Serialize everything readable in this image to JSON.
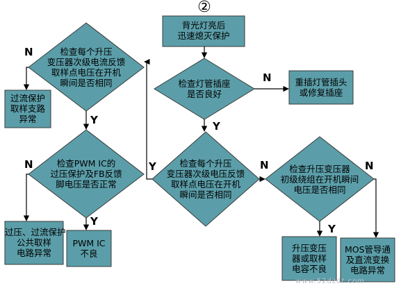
{
  "header": {
    "step": "②"
  },
  "nodes": {
    "start": [
      "背光灯亮后",
      "迅速熄灭保护"
    ],
    "check_socket": [
      "检查灯管插座",
      "是否良好"
    ],
    "fix_socket": [
      "重插灯管插头",
      "或修复插座"
    ],
    "check_voltage_fb": [
      "检查每个升压",
      "变压器次级电压反馈",
      "取样点电压在开机",
      "瞬间是否相同"
    ],
    "check_current_fb": [
      "检查每个升压",
      "变压器次级电流反馈",
      "取样点电压在开机",
      "瞬间是否相同"
    ],
    "overcurrent_branch": [
      "过流保护",
      "取样支路",
      "异常"
    ],
    "check_pwm": [
      "检查PWM IC的",
      "过压保护及FB反馈",
      "脚电压是否正常"
    ],
    "common_sampling": [
      "过压、过流保护",
      "公共取样",
      "电路异常"
    ],
    "pwm_bad": [
      "PWM IC",
      "不良"
    ],
    "check_primary": [
      "检查升压变压器",
      "初级绕组在开机瞬间",
      "电压是否相同"
    ],
    "transformer_cap": [
      "升压变压",
      "器或取样",
      "电容不良"
    ],
    "mos_circuit": [
      "MOS管导通",
      "及直流变换",
      "电路异常"
    ]
  },
  "edge_labels": {
    "socket_no": "N",
    "socket_yes": "Y",
    "voltage_yes": "Y",
    "voltage_no": "N",
    "current_no": "N",
    "current_yes": "Y",
    "pwm_no": "N",
    "pwm_yes": "Y",
    "primary_yes": "Y",
    "primary_no": "N"
  },
  "watermark": "www.52dzdt.com",
  "colors": {
    "node_fill": "#5b9ea9",
    "stroke": "#3a3a3a",
    "arrow": "#000000"
  }
}
